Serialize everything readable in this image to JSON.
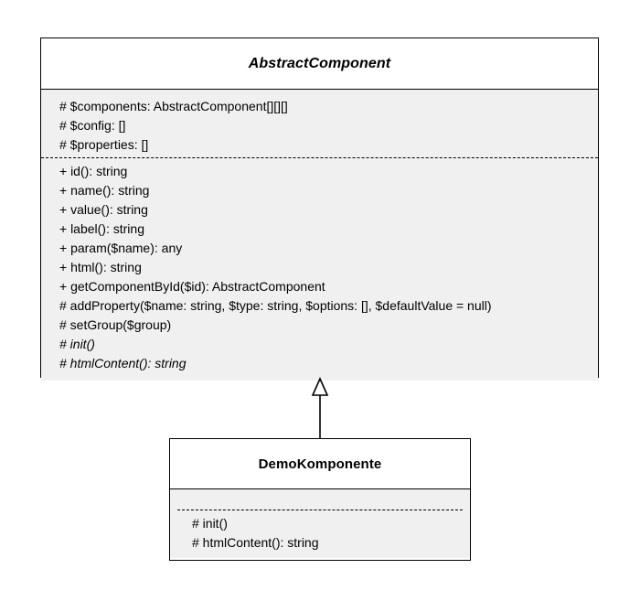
{
  "diagram": {
    "type": "uml-class-diagram",
    "background_color": "#ffffff",
    "line_color": "#000000",
    "compartment_fill": "#f0f0f0",
    "header_fill": "#ffffff"
  },
  "classes": [
    {
      "name": "AbstractComponent",
      "is_abstract": true,
      "attributes": [
        "# $components: AbstractComponent[][][]",
        "# $config: []",
        "# $properties: []"
      ],
      "operations": [
        {
          "text": "+ id(): string",
          "abstract": false
        },
        {
          "text": "+ name(): string",
          "abstract": false
        },
        {
          "text": "+ value(): string",
          "abstract": false
        },
        {
          "text": "+ label(): string",
          "abstract": false
        },
        {
          "text": "+ param($name): any",
          "abstract": false
        },
        {
          "text": "+ html(): string",
          "abstract": false
        },
        {
          "text": "+ getComponentById($id): AbstractComponent",
          "abstract": false
        },
        {
          "text": "# addProperty($name: string, $type: string, $options: [], $defaultValue = null)",
          "abstract": false
        },
        {
          "text": "# setGroup($group)",
          "abstract": false
        },
        {
          "text": "# init()",
          "abstract": true
        },
        {
          "text": "# htmlContent(): string",
          "abstract": true
        }
      ]
    },
    {
      "name": "DemoKomponente",
      "is_abstract": false,
      "attributes": [],
      "operations": [
        {
          "text": "# init()",
          "abstract": false
        },
        {
          "text": "# htmlContent(): string",
          "abstract": false
        }
      ]
    }
  ],
  "relationships": [
    {
      "kind": "generalization",
      "source": "DemoKomponente",
      "target": "AbstractComponent",
      "arrow": "hollow-triangle"
    }
  ]
}
